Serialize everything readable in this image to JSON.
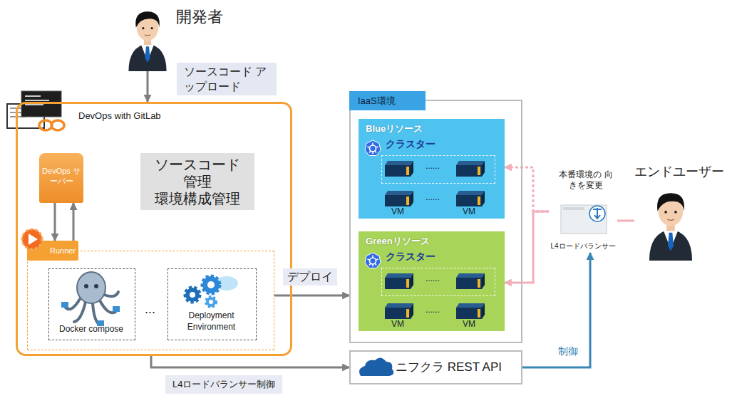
{
  "diagram": {
    "nodes": [
      {
        "text": [
          "開発者"
        ]
      },
      {
        "text": [
          "DevOps with GitLab"
        ]
      },
      {
        "text": [
          "ソースコード 管理",
          "環境構成管理"
        ],
        "in": 1
      },
      {
        "text": [
          "DevOps サーバー"
        ],
        "in": 1
      },
      {
        "text": [
          "Runner"
        ],
        "in": 1
      },
      {
        "text": [
          "Docker compose"
        ],
        "in": 4
      },
      {
        "text": [
          "Deployment Environment"
        ],
        "in": 4
      },
      {
        "text": [
          "IaaS環境"
        ]
      },
      {
        "text": [
          "Blueリソース"
        ],
        "in": 7
      },
      {
        "text": [
          "クラスター"
        ],
        "in": 8
      },
      {
        "text": [
          "Greenリソース"
        ],
        "in": 7
      },
      {
        "text": [
          "クラスター"
        ],
        "in": 10
      },
      {
        "text": [
          "ニフクラ REST API"
        ]
      },
      {
        "text": [
          "L4ロードバランサー"
        ]
      },
      {
        "text": [
          "エンドユーザー"
        ]
      }
    ],
    "edges": [
      {
        "from": 0,
        "to": 1,
        "label": "ソースコード アップロード",
        "arrow": "to"
      },
      {
        "from": 3,
        "to": 4,
        "arrow": "to"
      },
      {
        "from": 4,
        "to": 3,
        "arrow": "to"
      },
      {
        "from": 4,
        "to": 7,
        "label": "デプロイ",
        "arrow": "to"
      },
      {
        "from": 1,
        "to": 12,
        "label": "L4ロードバランサー制御",
        "arrow": "to"
      },
      {
        "from": 12,
        "to": 13,
        "label": "制御",
        "arrow": "to"
      },
      {
        "from": 13,
        "to": 8,
        "arrow": "to"
      },
      {
        "from": 13,
        "to": 10,
        "arrow": "to"
      },
      {
        "from": 14,
        "to": 13,
        "arrow": "none"
      }
    ],
    "labels": [
      "...",
      "......",
      "......",
      "VM",
      "VM",
      "......",
      "......",
      "VM",
      "VM",
      "本番環境の 向きを変更"
    ]
  }
}
